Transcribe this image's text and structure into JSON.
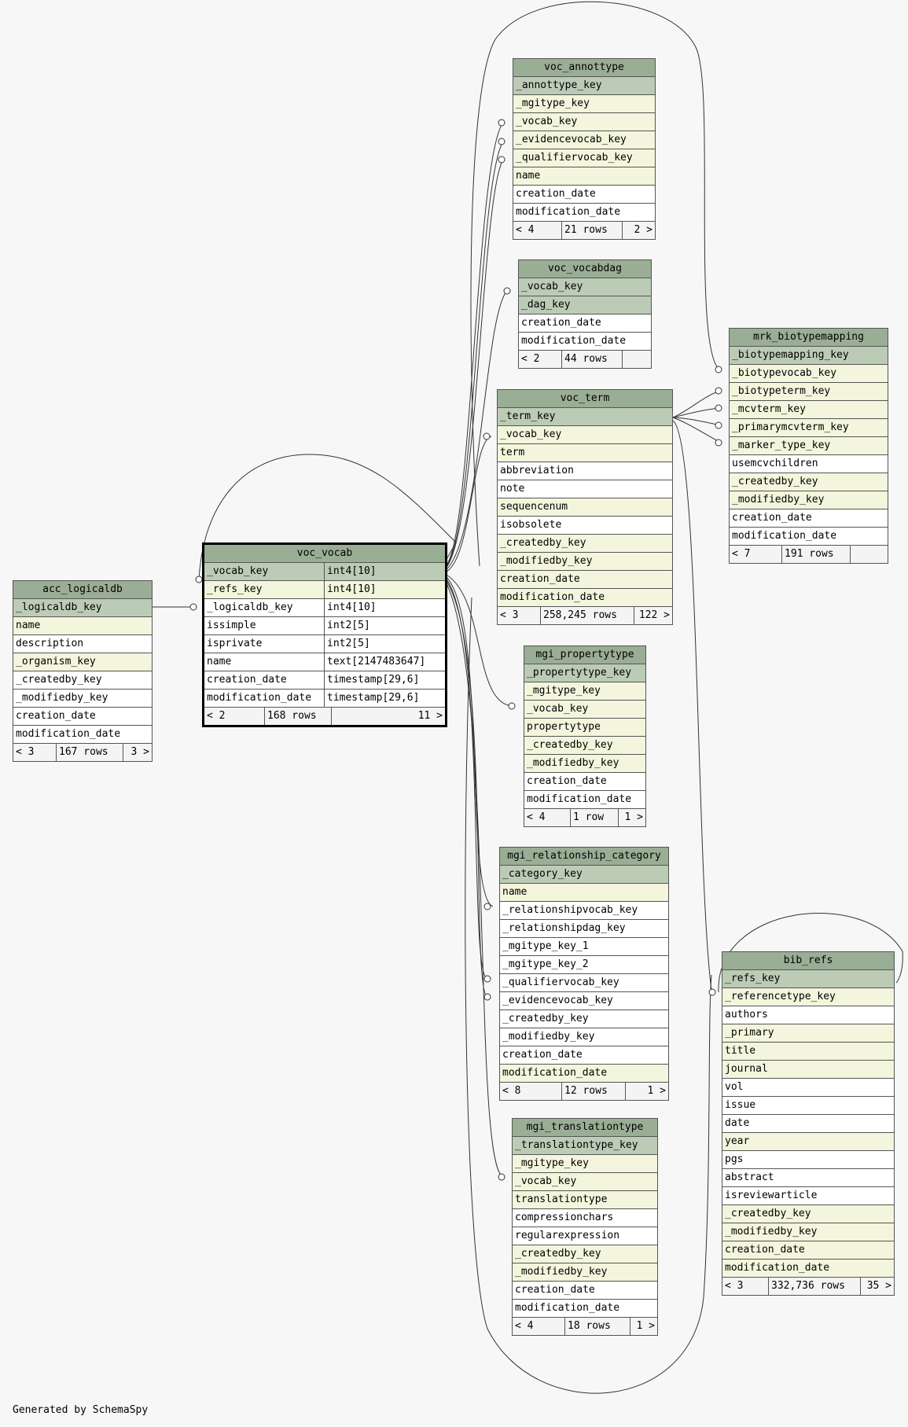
{
  "footer": "Generated by SchemaSpy",
  "colors": {
    "pk": "#bccbb6",
    "fk": "#f3f5dc",
    "title": "#9aad95",
    "plain": "#ffffff",
    "background": "#f7f7f7"
  },
  "tables": [
    {
      "id": "acc_logicaldb",
      "title": "acc_logicaldb",
      "rows": [
        {
          "name": "_logicaldb_key",
          "kind": "pk"
        },
        {
          "name": "name",
          "kind": "fk"
        },
        {
          "name": "description",
          "kind": "pl"
        },
        {
          "name": "_organism_key",
          "kind": "fk"
        },
        {
          "name": "_createdby_key",
          "kind": "pl"
        },
        {
          "name": "_modifiedby_key",
          "kind": "pl"
        },
        {
          "name": "creation_date",
          "kind": "pl"
        },
        {
          "name": "modification_date",
          "kind": "pl"
        }
      ],
      "footer": [
        "< 3",
        "167 rows",
        "3 >"
      ]
    },
    {
      "id": "voc_vocab",
      "title": "voc_vocab",
      "focus": true,
      "rows": [
        {
          "name": "_vocab_key",
          "type": "int4[10]",
          "kind": "pk"
        },
        {
          "name": "_refs_key",
          "type": "int4[10]",
          "kind": "fk"
        },
        {
          "name": "_logicaldb_key",
          "type": "int4[10]",
          "kind": "pl"
        },
        {
          "name": "issimple",
          "type": "int2[5]",
          "kind": "pl"
        },
        {
          "name": "isprivate",
          "type": "int2[5]",
          "kind": "pl"
        },
        {
          "name": "name",
          "type": "text[2147483647]",
          "kind": "pl"
        },
        {
          "name": "creation_date",
          "type": "timestamp[29,6]",
          "kind": "pl"
        },
        {
          "name": "modification_date",
          "type": "timestamp[29,6]",
          "kind": "pl"
        }
      ],
      "footer": [
        "< 2",
        "168 rows",
        "11 >"
      ]
    },
    {
      "id": "voc_annottype",
      "title": "voc_annottype",
      "rows": [
        {
          "name": "_annottype_key",
          "kind": "pk"
        },
        {
          "name": "_mgitype_key",
          "kind": "fk"
        },
        {
          "name": "_vocab_key",
          "kind": "fk"
        },
        {
          "name": "_evidencevocab_key",
          "kind": "fk"
        },
        {
          "name": "_qualifiervocab_key",
          "kind": "fk"
        },
        {
          "name": "name",
          "kind": "fk"
        },
        {
          "name": "creation_date",
          "kind": "pl"
        },
        {
          "name": "modification_date",
          "kind": "pl"
        }
      ],
      "footer": [
        "< 4",
        "21 rows",
        "2 >"
      ]
    },
    {
      "id": "voc_vocabdag",
      "title": "voc_vocabdag",
      "rows": [
        {
          "name": "_vocab_key",
          "kind": "pk"
        },
        {
          "name": "_dag_key",
          "kind": "pk"
        },
        {
          "name": "creation_date",
          "kind": "pl"
        },
        {
          "name": "modification_date",
          "kind": "pl"
        }
      ],
      "footer": [
        "< 2",
        "44 rows",
        ""
      ]
    },
    {
      "id": "voc_term",
      "title": "voc_term",
      "rows": [
        {
          "name": "_term_key",
          "kind": "pk"
        },
        {
          "name": "_vocab_key",
          "kind": "fk"
        },
        {
          "name": "term",
          "kind": "fk"
        },
        {
          "name": "abbreviation",
          "kind": "pl"
        },
        {
          "name": "note",
          "kind": "pl"
        },
        {
          "name": "sequencenum",
          "kind": "fk"
        },
        {
          "name": "isobsolete",
          "kind": "pl"
        },
        {
          "name": "_createdby_key",
          "kind": "fk"
        },
        {
          "name": "_modifiedby_key",
          "kind": "fk"
        },
        {
          "name": "creation_date",
          "kind": "fk"
        },
        {
          "name": "modification_date",
          "kind": "fk"
        }
      ],
      "footer": [
        "< 3",
        "258,245 rows",
        "122 >"
      ]
    },
    {
      "id": "mrk_biotypemapping",
      "title": "mrk_biotypemapping",
      "rows": [
        {
          "name": "_biotypemapping_key",
          "kind": "pk"
        },
        {
          "name": "_biotypevocab_key",
          "kind": "fk"
        },
        {
          "name": "_biotypeterm_key",
          "kind": "fk"
        },
        {
          "name": "_mcvterm_key",
          "kind": "fk"
        },
        {
          "name": "_primarymcvterm_key",
          "kind": "fk"
        },
        {
          "name": "_marker_type_key",
          "kind": "fk"
        },
        {
          "name": "usemcvchildren",
          "kind": "pl"
        },
        {
          "name": "_createdby_key",
          "kind": "fk"
        },
        {
          "name": "_modifiedby_key",
          "kind": "fk"
        },
        {
          "name": "creation_date",
          "kind": "pl"
        },
        {
          "name": "modification_date",
          "kind": "pl"
        }
      ],
      "footer": [
        "< 7",
        "191 rows",
        ""
      ]
    },
    {
      "id": "mgi_propertytype",
      "title": "mgi_propertytype",
      "rows": [
        {
          "name": "_propertytype_key",
          "kind": "pk"
        },
        {
          "name": "_mgitype_key",
          "kind": "fk"
        },
        {
          "name": "_vocab_key",
          "kind": "fk"
        },
        {
          "name": "propertytype",
          "kind": "fk"
        },
        {
          "name": "_createdby_key",
          "kind": "fk"
        },
        {
          "name": "_modifiedby_key",
          "kind": "fk"
        },
        {
          "name": "creation_date",
          "kind": "pl"
        },
        {
          "name": "modification_date",
          "kind": "pl"
        }
      ],
      "footer": [
        "< 4",
        "1 row",
        "1 >"
      ]
    },
    {
      "id": "mgi_relationship_category",
      "title": "mgi_relationship_category",
      "rows": [
        {
          "name": "_category_key",
          "kind": "pk"
        },
        {
          "name": "name",
          "kind": "fk"
        },
        {
          "name": "_relationshipvocab_key",
          "kind": "pl"
        },
        {
          "name": "_relationshipdag_key",
          "kind": "pl"
        },
        {
          "name": "_mgitype_key_1",
          "kind": "pl"
        },
        {
          "name": "_mgitype_key_2",
          "kind": "pl"
        },
        {
          "name": "_qualifiervocab_key",
          "kind": "pl"
        },
        {
          "name": "_evidencevocab_key",
          "kind": "pl"
        },
        {
          "name": "_createdby_key",
          "kind": "pl"
        },
        {
          "name": "_modifiedby_key",
          "kind": "pl"
        },
        {
          "name": "creation_date",
          "kind": "pl"
        },
        {
          "name": "modification_date",
          "kind": "fk"
        }
      ],
      "footer": [
        "< 8",
        "12 rows",
        "1 >"
      ]
    },
    {
      "id": "bib_refs",
      "title": "bib_refs",
      "rows": [
        {
          "name": "_refs_key",
          "kind": "pk"
        },
        {
          "name": "_referencetype_key",
          "kind": "fk"
        },
        {
          "name": "authors",
          "kind": "pl"
        },
        {
          "name": "_primary",
          "kind": "fk"
        },
        {
          "name": "title",
          "kind": "fk"
        },
        {
          "name": "journal",
          "kind": "fk"
        },
        {
          "name": "vol",
          "kind": "pl"
        },
        {
          "name": "issue",
          "kind": "pl"
        },
        {
          "name": "date",
          "kind": "pl"
        },
        {
          "name": "year",
          "kind": "fk"
        },
        {
          "name": "pgs",
          "kind": "pl"
        },
        {
          "name": "abstract",
          "kind": "pl"
        },
        {
          "name": "isreviewarticle",
          "kind": "pl"
        },
        {
          "name": "_createdby_key",
          "kind": "fk"
        },
        {
          "name": "_modifiedby_key",
          "kind": "fk"
        },
        {
          "name": "creation_date",
          "kind": "fk"
        },
        {
          "name": "modification_date",
          "kind": "fk"
        }
      ],
      "footer": [
        "< 3",
        "332,736 rows",
        "35 >"
      ]
    },
    {
      "id": "mgi_translationtype",
      "title": "mgi_translationtype",
      "rows": [
        {
          "name": "_translationtype_key",
          "kind": "pk"
        },
        {
          "name": "_mgitype_key",
          "kind": "fk"
        },
        {
          "name": "_vocab_key",
          "kind": "fk"
        },
        {
          "name": "translationtype",
          "kind": "fk"
        },
        {
          "name": "compressionchars",
          "kind": "pl"
        },
        {
          "name": "regularexpression",
          "kind": "pl"
        },
        {
          "name": "_createdby_key",
          "kind": "fk"
        },
        {
          "name": "_modifiedby_key",
          "kind": "fk"
        },
        {
          "name": "creation_date",
          "kind": "pl"
        },
        {
          "name": "modification_date",
          "kind": "pl"
        }
      ],
      "footer": [
        "< 4",
        "18 rows",
        "1 >"
      ]
    }
  ]
}
